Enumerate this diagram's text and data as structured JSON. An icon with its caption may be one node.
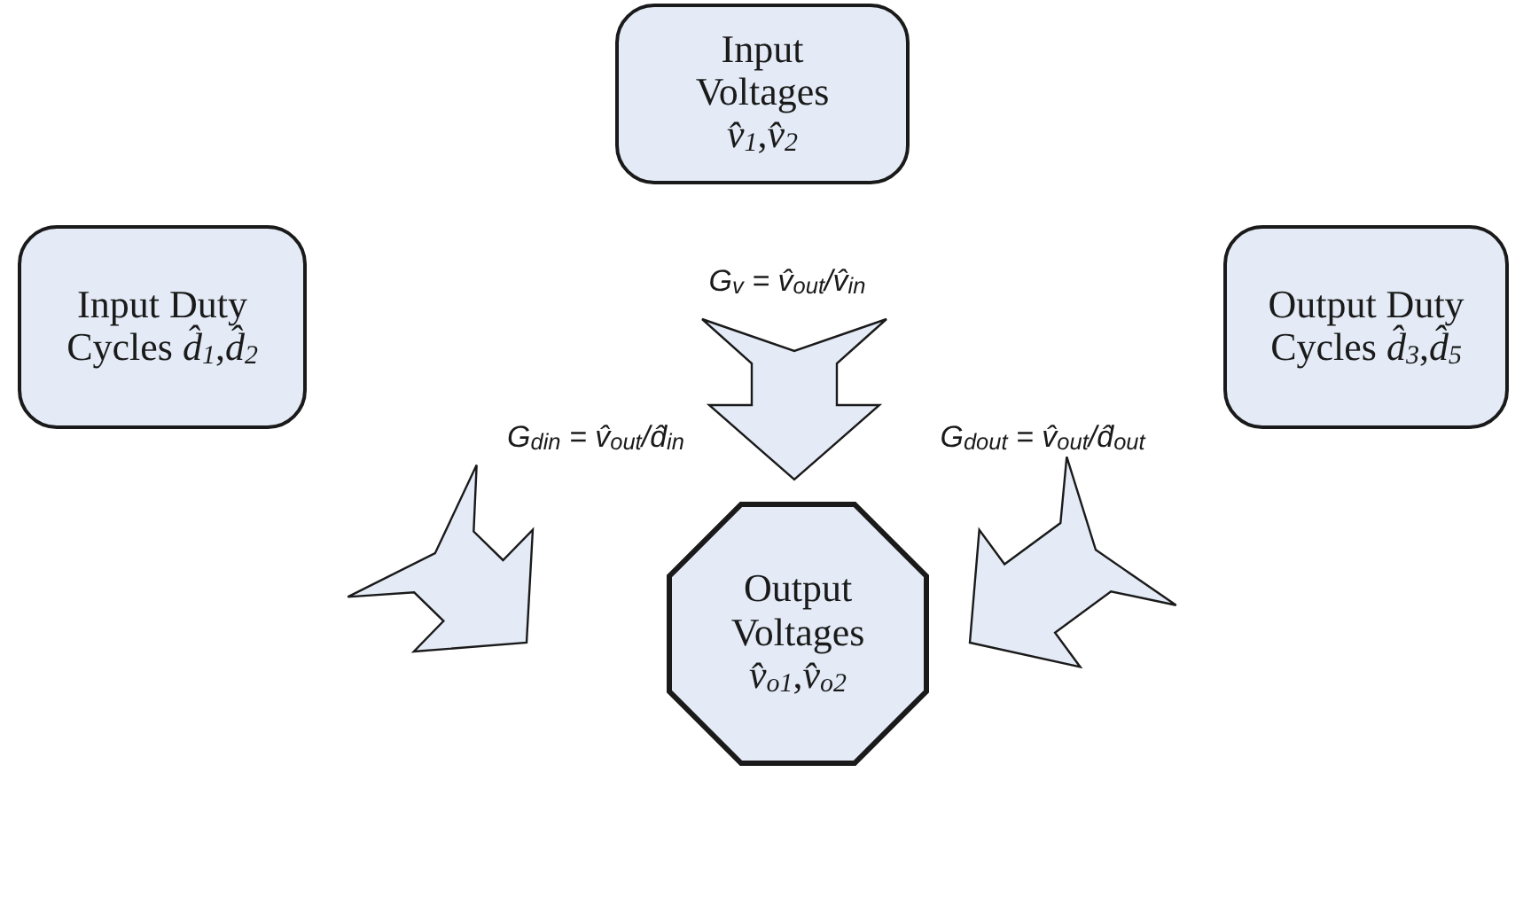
{
  "diagram": {
    "nodes": [
      {
        "text": [
          "Input Voltages *v̂*$_{1}$,*v̂*$_{2}$"
        ]
      },
      {
        "text": [
          "Input Duty Cycles *d̂*$_{1}$,*d̂*$_{2}$"
        ]
      },
      {
        "text": [
          "Output Duty Cycles *d̂*$_{3}$,*d̂*$_{5}$"
        ]
      },
      {
        "text": [
          "Output Voltages *v̂*$_{o1}$,*v̂*$_{o2}$"
        ]
      }
    ],
    "edges": [
      {
        "from": 0,
        "to": 3,
        "arrow": "to",
        "label": "G$_{v}$ = v̂$_{out}$/v̂$_{in}$"
      },
      {
        "from": 1,
        "to": 3,
        "arrow": "to",
        "label": "G$_{din}$ = v̂$_{out}$/d̂$_{in}$"
      },
      {
        "from": 2,
        "to": 3,
        "arrow": "to",
        "label": "G$_{dout}$ = v̂$_{out}$/d̂$_{out}$"
      }
    ]
  }
}
